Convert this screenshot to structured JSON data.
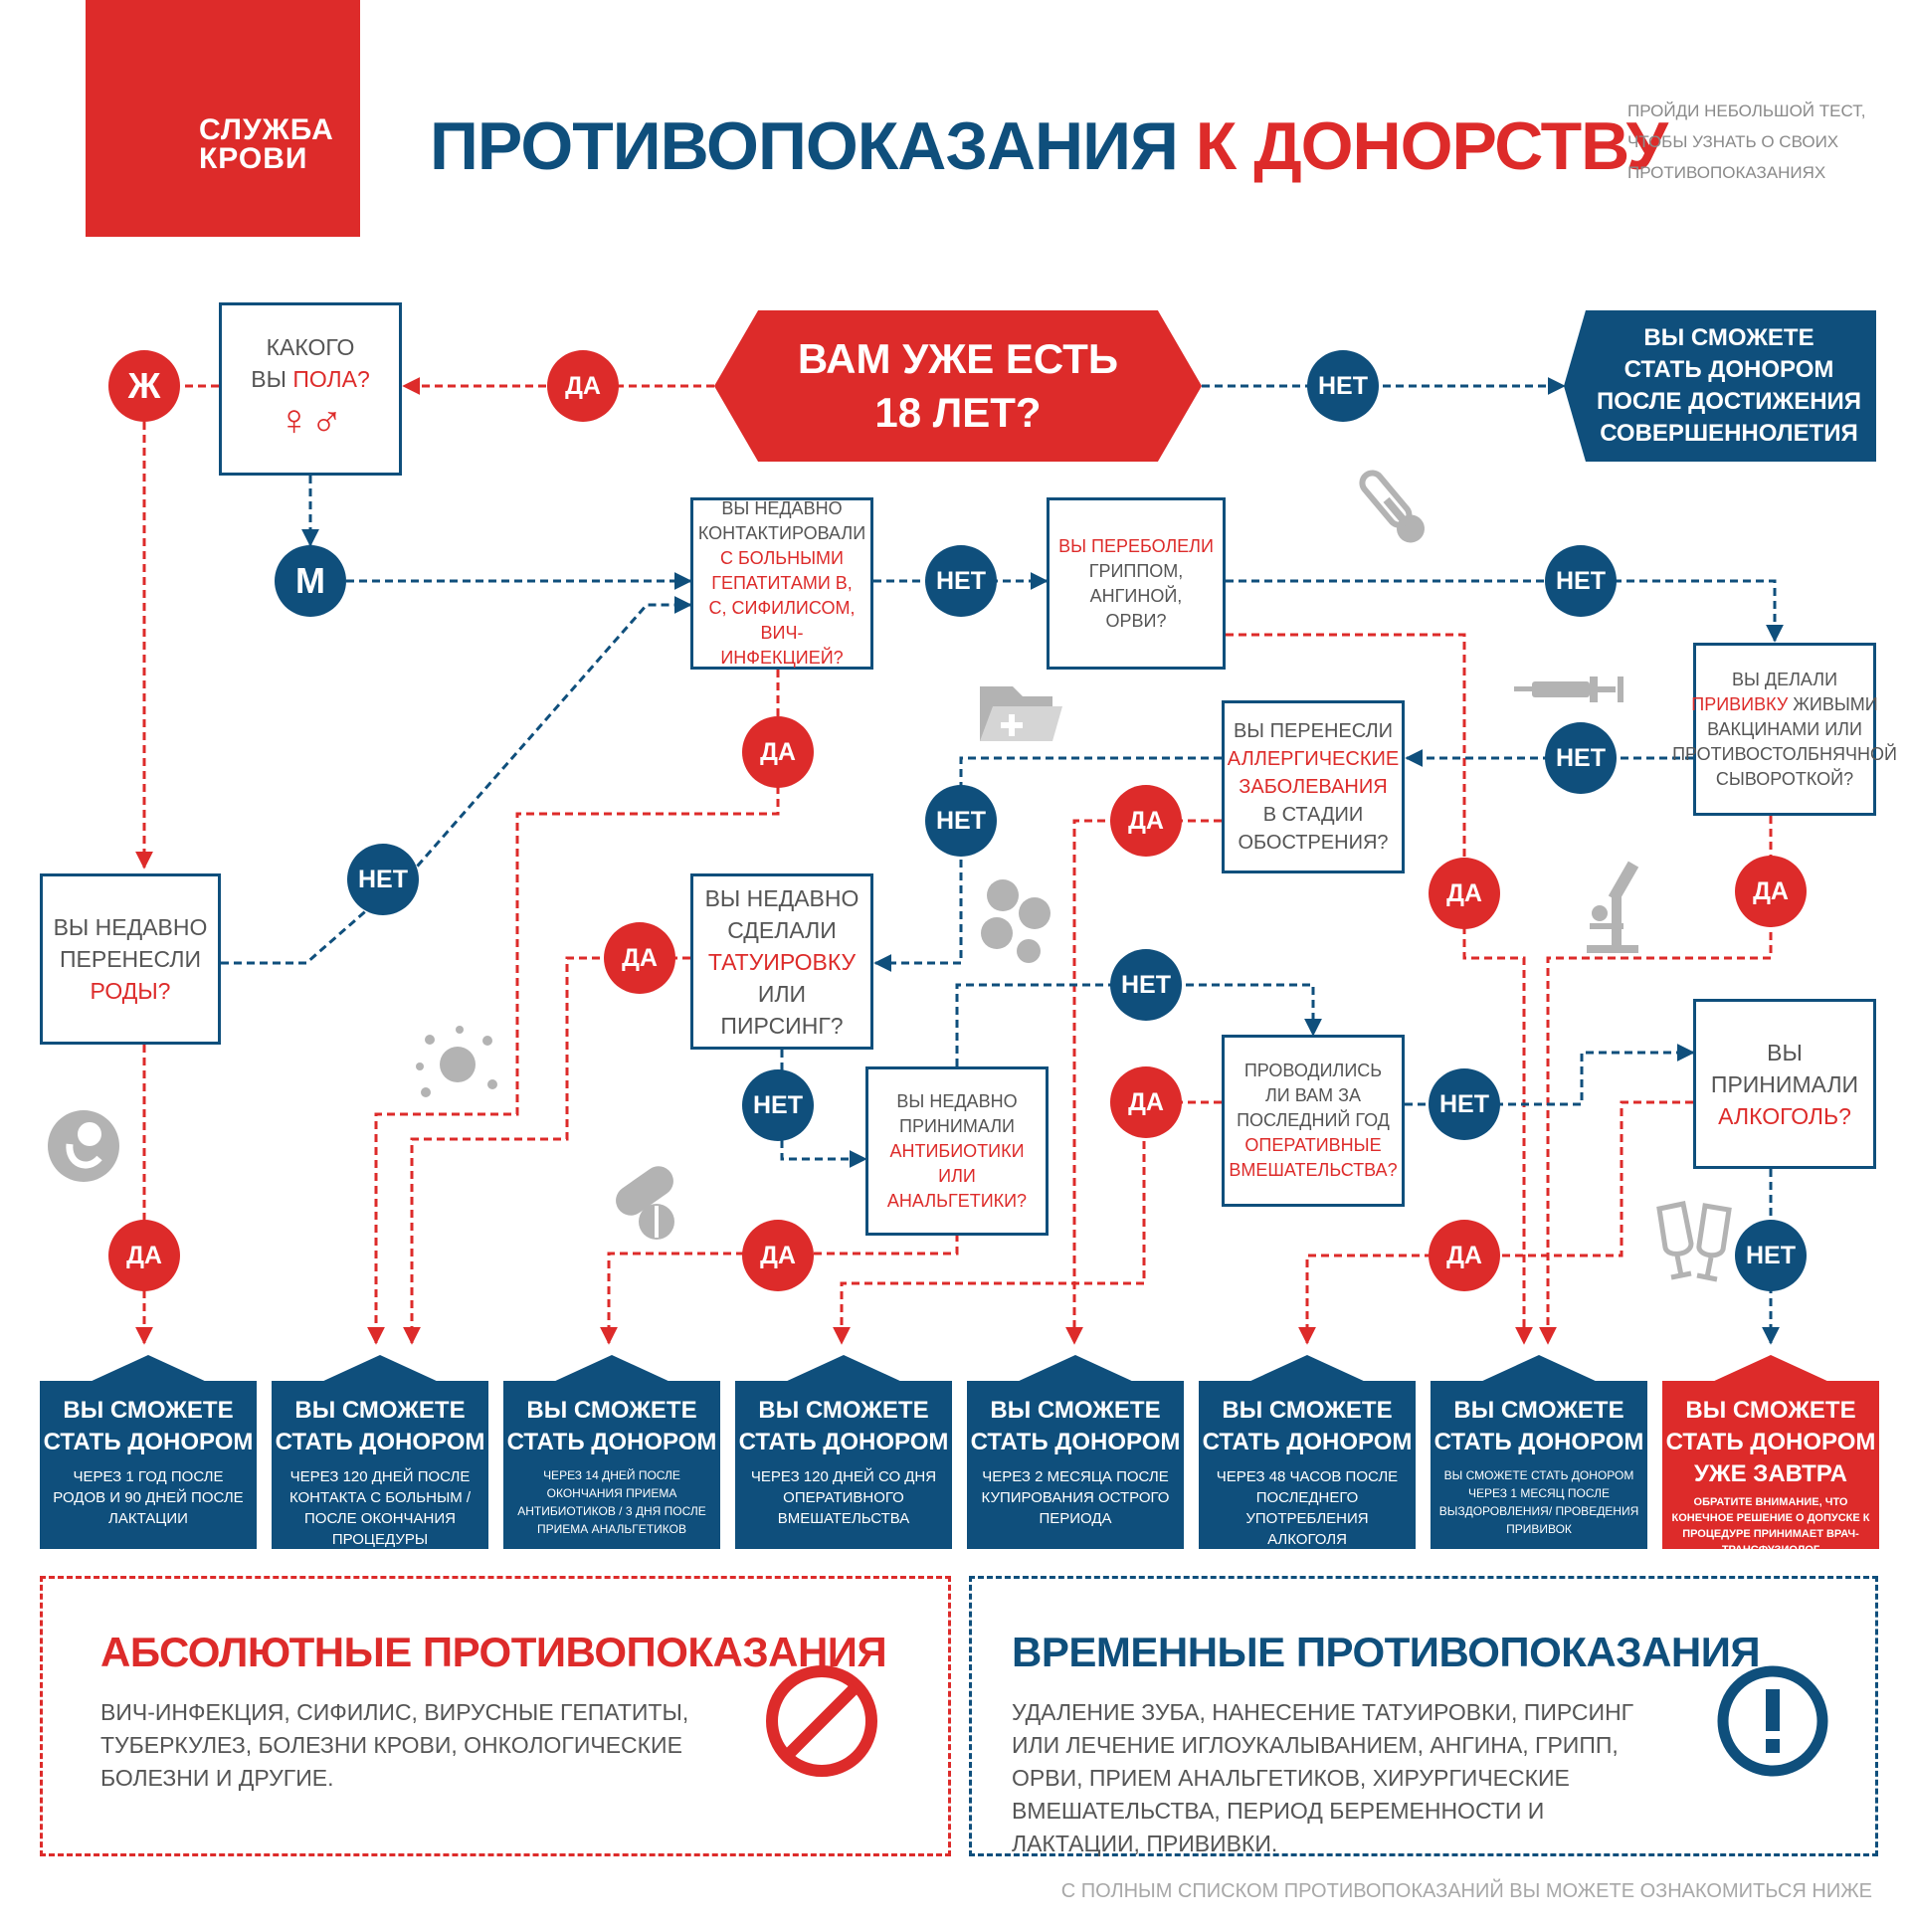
{
  "logo": {
    "line1": "СЛУЖБА",
    "line2": "КРОВИ"
  },
  "header": {
    "title_part1": "ПРОТИВОПОКАЗАНИЯ",
    "title_part2": "К ДОНОРСТВУ",
    "hint": "ПРОЙДИ НЕБОЛЬШОЙ ТЕСТ, ЧТОБЫ УЗНАТЬ О СВОИХ ПРОТИВОПОКАЗАНИЯХ"
  },
  "start": {
    "line1": "ВАМ УЖЕ ЕСТЬ",
    "line2": "18 ЛЕТ?"
  },
  "adult_banner": {
    "line1": "ВЫ СМОЖЕТЕ",
    "line2": "СТАТЬ ДОНОРОМ",
    "line3": "ПОСЛЕ ДОСТИЖЕНИЯ",
    "line4": "СОВЕРШЕННОЛЕТИЯ"
  },
  "labels": {
    "yes": "ДА",
    "no": "НЕТ",
    "female": "Ж",
    "male": "М"
  },
  "questions": {
    "gender": {
      "a": "КАКОГО",
      "b": "ВЫ ",
      "hl": "ПОЛА?",
      "symbols": "♀♂"
    },
    "hepatitis": {
      "a": "ВЫ НЕДАВНО КОНТАКТИРОВАЛИ",
      "hl": "С БОЛЬНЫМИ ГЕПАТИТАМИ В, С, СИФИЛИСОМ, ВИЧ-ИНФЕКЦИЕЙ?"
    },
    "flu": {
      "hl": "ВЫ ПЕРЕБОЛЕЛИ",
      "a": "ГРИППОМ, АНГИНОЙ, ОРВИ?"
    },
    "vaccine": {
      "a": "ВЫ ДЕЛАЛИ",
      "hl": "ПРИВИВКУ",
      "b": "ЖИВЫМИ ВАКЦИНАМИ ИЛИ ПРОТИВОСТОЛБНЯЧНОЙ СЫВОРОТКОЙ?"
    },
    "allergy": {
      "a": "ВЫ ПЕРЕНЕСЛИ",
      "hl": "АЛЛЕРГИЧЕСКИЕ ЗАБОЛЕВАНИЯ",
      "b": "В СТАДИИ ОБОСТРЕНИЯ?"
    },
    "birth": {
      "a": "ВЫ НЕДАВНО ПЕРЕНЕСЛИ",
      "hl": "РОДЫ?"
    },
    "tattoo": {
      "a": "ВЫ НЕДАВНО СДЕЛАЛИ",
      "hl": "ТАТУИРОВКУ",
      "b": "ИЛИ ПИРСИНГ?"
    },
    "antibiotics": {
      "a": "ВЫ НЕДАВНО ПРИНИМАЛИ",
      "hl": "АНТИБИОТИКИ ИЛИ АНАЛЬГЕТИКИ?"
    },
    "surgery": {
      "a": "ПРОВОДИЛИСЬ ЛИ ВАМ ЗА ПОСЛЕДНИЙ ГОД",
      "hl": "ОПЕРАТИВНЫЕ ВМЕШАТЕЛЬСТВА?"
    },
    "alcohol": {
      "a": "ВЫ ПРИНИМАЛИ",
      "hl": "АЛКОГОЛЬ?"
    }
  },
  "results": [
    {
      "title": "ВЫ СМОЖЕТЕ СТАТЬ ДОНОРОМ",
      "text": "ЧЕРЕЗ 1 ГОД ПОСЛЕ РОДОВ И 90 ДНЕЙ ПОСЛЕ ЛАКТАЦИИ"
    },
    {
      "title": "ВЫ СМОЖЕТЕ СТАТЬ ДОНОРОМ",
      "text": "ЧЕРЕЗ 120 ДНЕЙ ПОСЛЕ КОНТАКТА С БОЛЬНЫМ / ПОСЛЕ ОКОНЧАНИЯ ПРОЦЕДУРЫ"
    },
    {
      "title": "ВЫ СМОЖЕТЕ СТАТЬ ДОНОРОМ",
      "text": "ЧЕРЕЗ 14 ДНЕЙ ПОСЛЕ ОКОНЧАНИЯ ПРИЕМА АНТИБИОТИКОВ / 3 ДНЯ ПОСЛЕ ПРИЕМА АНАЛЬГЕТИКОВ"
    },
    {
      "title": "ВЫ СМОЖЕТЕ СТАТЬ ДОНОРОМ",
      "text": "ЧЕРЕЗ 120 ДНЕЙ СО ДНЯ ОПЕРАТИВНОГО ВМЕШАТЕЛЬСТВА"
    },
    {
      "title": "ВЫ СМОЖЕТЕ СТАТЬ ДОНОРОМ",
      "text": "ЧЕРЕЗ 2 МЕСЯЦА ПОСЛЕ КУПИРОВАНИЯ ОСТРОГО ПЕРИОДА"
    },
    {
      "title": "ВЫ СМОЖЕТЕ СТАТЬ ДОНОРОМ",
      "text": "ЧЕРЕЗ 48 ЧАСОВ ПОСЛЕ ПОСЛЕДНЕГО УПОТРЕБЛЕНИЯ АЛКОГОЛЯ"
    },
    {
      "title": "ВЫ СМОЖЕТЕ СТАТЬ ДОНОРОМ",
      "text": "ВЫ СМОЖЕТЕ СТАТЬ ДОНОРОМ ЧЕРЕЗ 1 МЕСЯЦ ПОСЛЕ ВЫЗДОРОВЛЕНИЯ/ ПРОВЕДЕНИЯ ПРИВИВОК"
    },
    {
      "title": "ВЫ СМОЖЕТЕ СТАТЬ ДОНОРОМ УЖЕ ЗАВТРА",
      "text": "ОБРАТИТЕ ВНИМАНИЕ, ЧТО КОНЕЧНОЕ РЕШЕНИЕ О ДОПУСКЕ К ПРОЦЕДУРЕ ПРИНИМАЕТ ВРАЧ-ТРАНСФУЗИОЛОГ"
    }
  ],
  "absolute": {
    "title": "АБСОЛЮТНЫЕ ПРОТИВОПОКАЗАНИЯ",
    "text": "ВИЧ-ИНФЕКЦИЯ, СИФИЛИС, ВИРУСНЫЕ ГЕПАТИТЫ, ТУБЕРКУЛЕЗ, БОЛЕЗНИ КРОВИ, ОНКОЛОГИЧЕСКИЕ БОЛЕЗНИ И ДРУГИЕ."
  },
  "temporary": {
    "title": "ВРЕМЕННЫЕ ПРОТИВОПОКАЗАНИЯ",
    "text": "УДАЛЕНИЕ ЗУБА, НАНЕСЕНИЕ ТАТУИРОВКИ, ПИРСИНГ ИЛИ ЛЕЧЕНИЕ ИГЛОУКАЛЫВАНИЕМ, АНГИНА, ГРИПП, ОРВИ, ПРИЕМ АНАЛЬГЕТИКОВ, ХИРУРГИЧЕСКИЕ ВМЕШАТЕЛЬСТВА, ПЕРИОД БЕРЕМЕННОСТИ И ЛАКТАЦИИ, ПРИВИВКИ."
  },
  "footer": "С ПОЛНЫМ СПИСКОМ ПРОТИВОПОКАЗАНИЙ ВЫ МОЖЕТЕ ОЗНАКОМИТЬСЯ НИЖЕ",
  "colors": {
    "red": "#dd2b2a",
    "blue": "#0f4f7c",
    "gray": "#b3b3b3"
  },
  "icons": [
    "thermometer-icon",
    "syringe-icon",
    "medical-folder-icon",
    "microscope-icon",
    "cells-icon",
    "virus-icon",
    "fetus-icon",
    "pills-icon",
    "wine-glasses-icon",
    "prohibited-icon",
    "exclamation-icon"
  ]
}
